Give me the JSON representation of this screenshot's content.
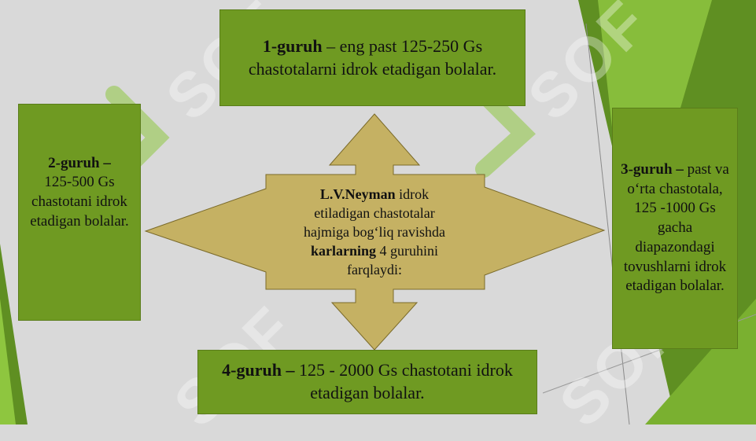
{
  "colors": {
    "background": "#d9d9d9",
    "box_fill": "#6f9a22",
    "arrow_fill": "#c5b163",
    "accent_dark": "#5f8f22",
    "accent_light": "#8ec63f"
  },
  "watermark": "SOF",
  "center": {
    "name": "L.V.Neyman",
    "line1_rest": " idrok",
    "line2": "etiladigan chastotalar",
    "line3": "hajmiga bog‘liq ravishda",
    "term": "karlarning",
    "line4_rest": " 4 guruhini",
    "line5": "farqlaydi:"
  },
  "groups": {
    "top": {
      "title": "1-guruh",
      "rest": " – eng past 125-250 Gs chastotalarni idrok etadigan bolalar."
    },
    "left": {
      "title": "2-guruh –",
      "rest": "125-500 Gs chastotani idrok etadigan bolalar."
    },
    "right": {
      "title": "3-guruh –",
      "rest": " past va o‘rta chastotala, 125 -1000 Gs gacha diapazondagi tovushlarni idrok etadigan bolalar."
    },
    "bottom": {
      "title": "4-guruh –",
      "rest": " 125 - 2000 Gs chastotani idrok etadigan bolalar."
    }
  }
}
